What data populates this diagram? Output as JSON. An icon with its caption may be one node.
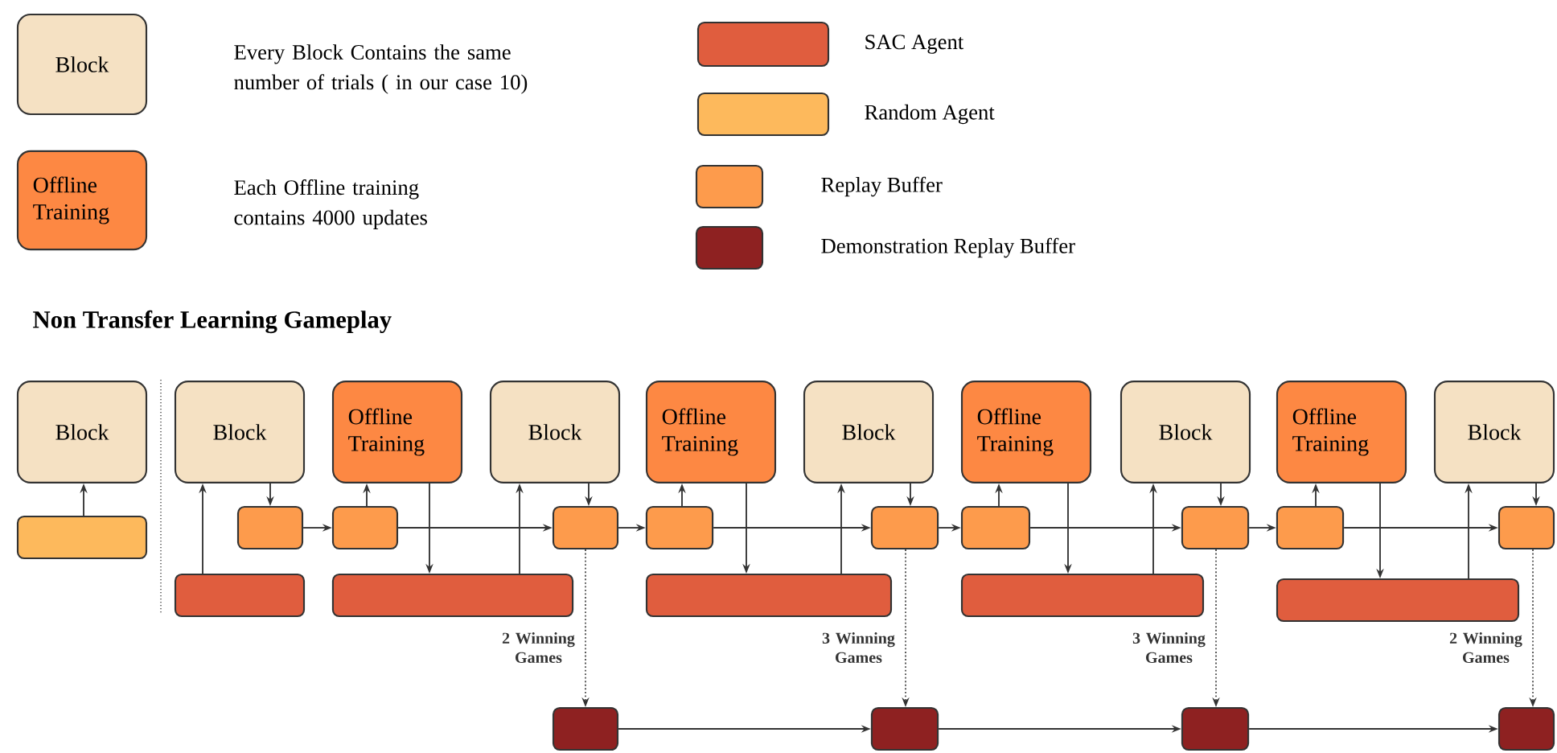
{
  "diagram": {
    "title": "Non Transfer Learning Gameplay",
    "nodes": [
      {
        "text": [
          "Block"
        ]
      },
      {
        "text": [
          "Offline Training"
        ]
      },
      {
        "text": [
          "Block"
        ]
      },
      {
        "text": [
          "Block"
        ]
      },
      {
        "text": [
          "Offline Training"
        ]
      },
      {
        "text": [
          "Block"
        ]
      },
      {
        "text": [
          "Offline Training"
        ]
      },
      {
        "text": [
          "Block"
        ]
      },
      {
        "text": [
          "Offline Training"
        ]
      },
      {
        "text": [
          "Block"
        ]
      },
      {
        "text": [
          "Offline Training"
        ]
      },
      {
        "text": [
          "Block"
        ]
      },
      {
        "text": [],
        "shape": "box"
      },
      {
        "text": [],
        "shape": "box"
      },
      {
        "text": [],
        "shape": "box"
      },
      {
        "text": [],
        "shape": "box"
      },
      {
        "text": [],
        "shape": "box"
      },
      {
        "text": [],
        "shape": "box"
      },
      {
        "text": [],
        "shape": "box"
      },
      {
        "text": [],
        "shape": "box"
      },
      {
        "text": [],
        "shape": "box"
      },
      {
        "text": [],
        "shape": "box"
      },
      {
        "text": [],
        "shape": "box"
      },
      {
        "text": [],
        "shape": "box"
      },
      {
        "text": [],
        "shape": "box"
      },
      {
        "text": [],
        "shape": "box"
      },
      {
        "text": [],
        "shape": "box"
      },
      {
        "text": [],
        "shape": "box"
      },
      {
        "text": [],
        "shape": "box"
      },
      {
        "text": [],
        "shape": "box"
      },
      {
        "text": [],
        "shape": "box"
      }
    ],
    "edges": [
      {
        "from": 12,
        "to": 2,
        "arrow": "to"
      },
      {
        "from": 22,
        "to": 3,
        "arrow": "to"
      },
      {
        "from": 3,
        "to": 13,
        "arrow": "to"
      },
      {
        "from": 13,
        "to": 14,
        "arrow": "to"
      },
      {
        "from": 14,
        "to": 4,
        "arrow": "to"
      },
      {
        "from": 4,
        "to": 23,
        "arrow": "to"
      },
      {
        "from": 23,
        "to": 5,
        "arrow": "to"
      },
      {
        "from": 14,
        "to": 15,
        "arrow": "to"
      },
      {
        "from": 5,
        "to": 15,
        "arrow": "to"
      },
      {
        "from": 15,
        "to": 16,
        "arrow": "to"
      },
      {
        "from": 15,
        "to": 27,
        "arrow": "to",
        "style": "dashed",
        "label": "2 Winning Games"
      },
      {
        "from": 16,
        "to": 6,
        "arrow": "to"
      },
      {
        "from": 6,
        "to": 24,
        "arrow": "to"
      },
      {
        "from": 24,
        "to": 7,
        "arrow": "to"
      },
      {
        "from": 16,
        "to": 17,
        "arrow": "to"
      },
      {
        "from": 7,
        "to": 17,
        "arrow": "to"
      },
      {
        "from": 17,
        "to": 18,
        "arrow": "to"
      },
      {
        "from": 17,
        "to": 28,
        "arrow": "to",
        "style": "dashed",
        "label": "3 Winning Games"
      },
      {
        "from": 18,
        "to": 8,
        "arrow": "to"
      },
      {
        "from": 8,
        "to": 25,
        "arrow": "to"
      },
      {
        "from": 25,
        "to": 9,
        "arrow": "to"
      },
      {
        "from": 18,
        "to": 19,
        "arrow": "to"
      },
      {
        "from": 9,
        "to": 19,
        "arrow": "to"
      },
      {
        "from": 19,
        "to": 20,
        "arrow": "to"
      },
      {
        "from": 19,
        "to": 29,
        "arrow": "to",
        "style": "dashed",
        "label": "3 Winning Games"
      },
      {
        "from": 20,
        "to": 10,
        "arrow": "to"
      },
      {
        "from": 10,
        "to": 26,
        "arrow": "to"
      },
      {
        "from": 26,
        "to": 11,
        "arrow": "to"
      },
      {
        "from": 20,
        "to": 21,
        "arrow": "to"
      },
      {
        "from": 11,
        "to": 21,
        "arrow": "to"
      },
      {
        "from": 21,
        "to": 30,
        "arrow": "to",
        "style": "dashed",
        "label": "2 Winning Games"
      },
      {
        "from": 27,
        "to": 28,
        "arrow": "to"
      },
      {
        "from": 28,
        "to": 29,
        "arrow": "to"
      },
      {
        "from": 29,
        "to": 30,
        "arrow": "to"
      }
    ],
    "labels": [
      "Every Block Contains the same number of trials ( in our case 10)",
      "Each Offline training contains 4000 updates"
    ],
    "legend": [
      {
        "text": "SAC Agent",
        "color": "#e05d3e"
      },
      {
        "text": "Random Agent",
        "color": "#fdb95c"
      },
      {
        "text": "Replay Buffer",
        "color": "#fd9b4c"
      },
      {
        "text": "Demonstration Replay Buffer",
        "color": "#8e2121"
      }
    ]
  }
}
